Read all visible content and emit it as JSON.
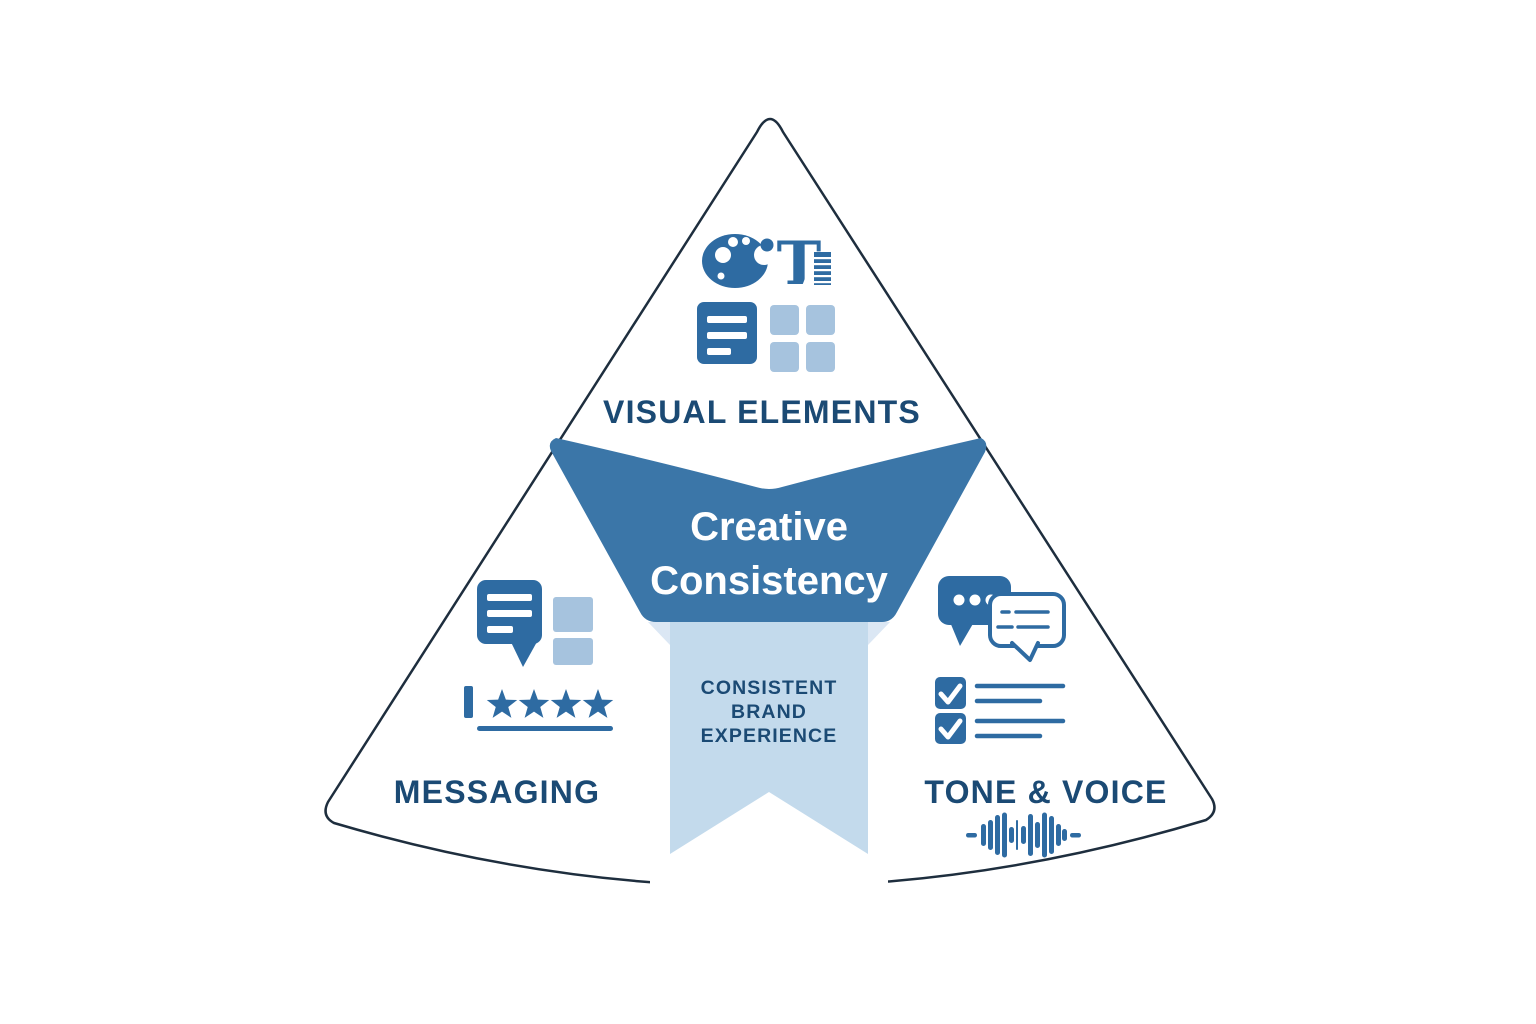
{
  "diagram": {
    "type": "brand-consistency-infographic",
    "outline_color": "#1e2e3e",
    "colors": {
      "dark_blue": "#2e6ba2",
      "banner_blue": "#3b76a8",
      "light_blue": "#a6c3de",
      "ribbon_blue": "#c3daec",
      "ribbon_fold_light": "#dbe7f4",
      "label_navy": "#1b4a74",
      "white": "#ffffff"
    },
    "center_title": {
      "line1": "Creative",
      "line2": "Consistency"
    },
    "ribbon_label": {
      "line1": "CONSISTENT",
      "line2": "BRAND",
      "line3": "EXPERIENCE"
    },
    "sections": {
      "visual_elements": {
        "label": "VISUAL ELEMENTS",
        "icons": [
          "palette-icon",
          "typography-icon",
          "document-icon",
          "grid-icon"
        ],
        "typography_letter": "T"
      },
      "messaging": {
        "label": "MESSAGING",
        "icons": [
          "chat-note-icon",
          "stacked-cards-icon",
          "star-rating-icon"
        ],
        "rating_stars": 4
      },
      "tone_voice": {
        "label": "TONE & VOICE",
        "icons": [
          "speech-bubbles-icon",
          "checklist-icon",
          "audio-waveform-icon"
        ]
      }
    }
  }
}
